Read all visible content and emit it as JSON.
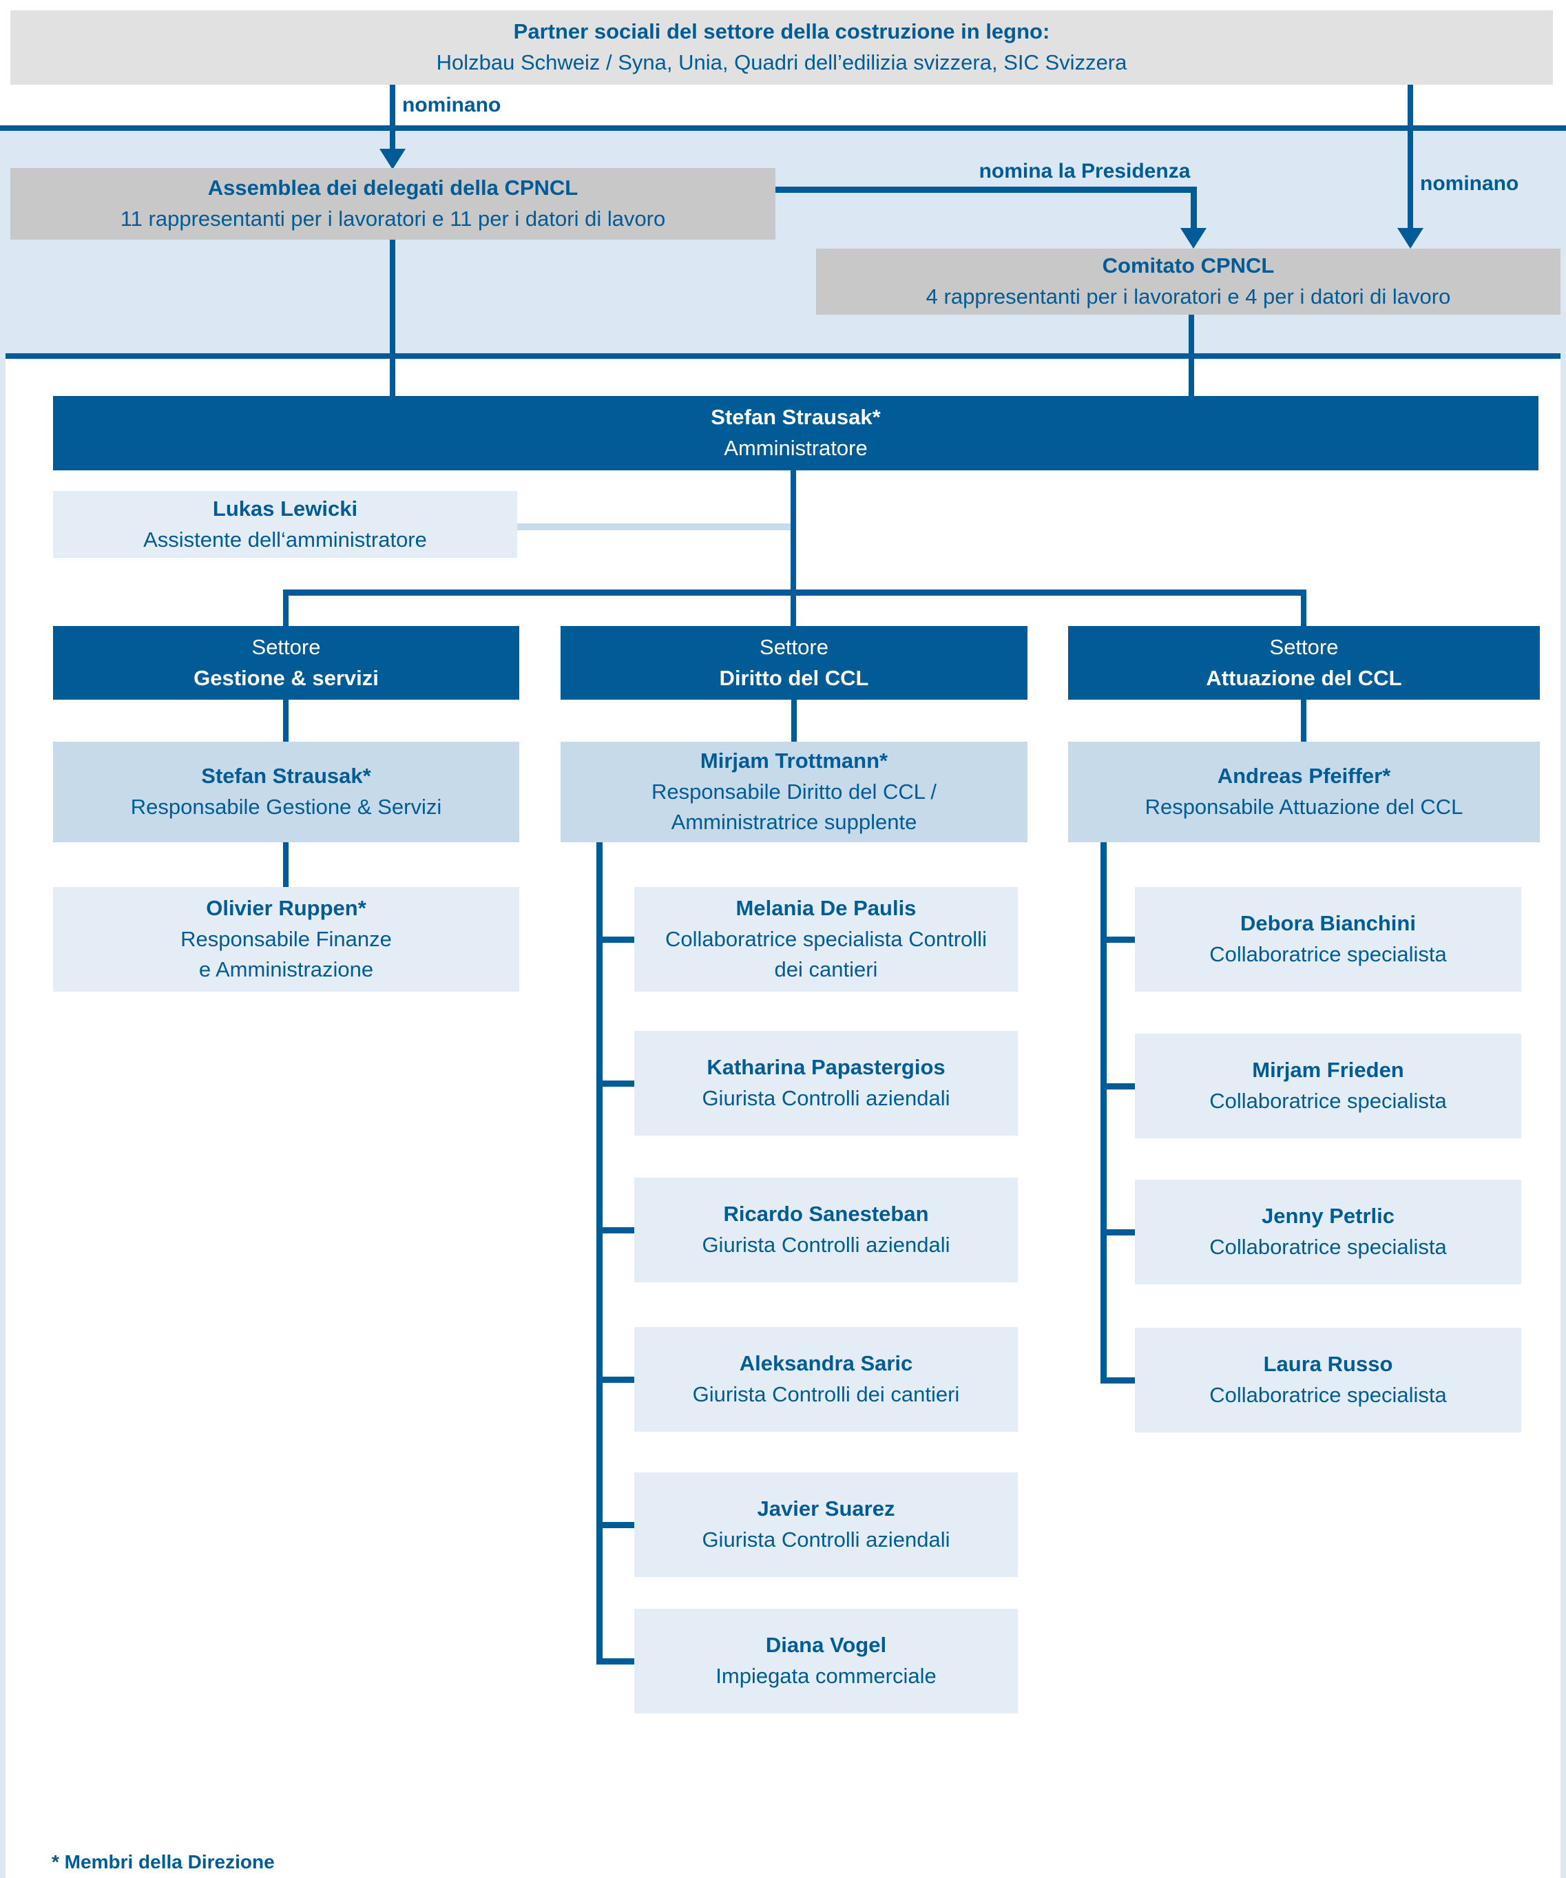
{
  "colors": {
    "dark_blue": "#005b96",
    "grey_header": "#e1e1e1",
    "grey_box": "#c8c8c8",
    "band_blue": "#dbe7f2",
    "medium_blue_box": "#c7daea",
    "light_blue_box": "#e4edf6",
    "assistant_line": "#c9dcec"
  },
  "top_banner": {
    "title": "Partner sociali del settore della costruzione in legno:",
    "subtitle": "Holzbau Schweiz / Syna, Unia, Quadri dell’edilizia svizzera, SIC Svizzera"
  },
  "edge_labels": {
    "nominano_left": "nominano",
    "nomina_presidenza": "nomina la Presidenza",
    "nominano_right": "nominano"
  },
  "assembly": {
    "title": "Assemblea dei delegati della CPNCL",
    "subtitle": "11 rappresentanti per i lavoratori e 11 per i datori di lavoro"
  },
  "committee": {
    "title": "Comitato CPNCL",
    "subtitle": "4 rappresentanti per i lavoratori e 4 per i datori di lavoro"
  },
  "administrator": {
    "name": "Stefan Strausak*",
    "role": "Amministratore"
  },
  "assistant": {
    "name": "Lukas Lewicki",
    "role": "Assistente dell‘amministratore"
  },
  "sectors": [
    {
      "label": "Settore",
      "name": "Gestione & servizi",
      "head": {
        "name": "Stefan Strausak*",
        "role": "Responsabile Gestione & Servizi"
      },
      "staff": [
        {
          "name": "Olivier Ruppen*",
          "role": "Responsabile Finanze\ne Amministrazione"
        }
      ]
    },
    {
      "label": "Settore",
      "name": "Diritto del CCL",
      "head": {
        "name": "Mirjam Trottmann*",
        "role": "Responsabile Diritto del CCL /\nAmministratrice supplente"
      },
      "staff": [
        {
          "name": "Melania De Paulis",
          "role": "Collaboratrice specialista Controlli\ndei cantieri"
        },
        {
          "name": "Katharina Papastergios",
          "role": "Giurista Controlli aziendali"
        },
        {
          "name": "Ricardo Sanesteban",
          "role": "Giurista Controlli aziendali"
        },
        {
          "name": "Aleksandra Saric",
          "role": "Giurista Controlli dei cantieri"
        },
        {
          "name": "Javier Suarez",
          "role": "Giurista Controlli aziendali"
        },
        {
          "name": "Diana Vogel",
          "role": "Impiegata commerciale"
        }
      ]
    },
    {
      "label": "Settore",
      "name": "Attuazione del CCL",
      "head": {
        "name": "Andreas Pfeiffer*",
        "role": "Responsabile Attuazione del CCL"
      },
      "staff": [
        {
          "name": "Debora Bianchini",
          "role": "Collaboratrice specialista"
        },
        {
          "name": "Mirjam Frieden",
          "role": "Collaboratrice specialista"
        },
        {
          "name": "Jenny Petrlic",
          "role": "Collaboratrice specialista"
        },
        {
          "name": "Laura Russo",
          "role": "Collaboratrice specialista"
        }
      ]
    }
  ],
  "footnote": "* Membri della Direzione"
}
